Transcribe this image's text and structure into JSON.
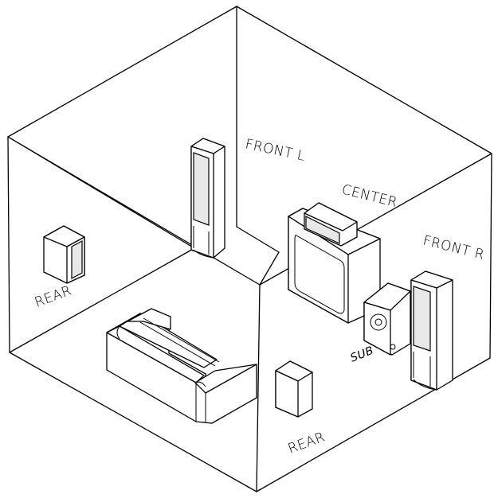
{
  "labels": {
    "front_l": "FRONT L",
    "center": "CENTER",
    "front_r": "FRONT R",
    "rear_left": "REAR",
    "rear_front": "REAR",
    "sub": "SUB"
  }
}
